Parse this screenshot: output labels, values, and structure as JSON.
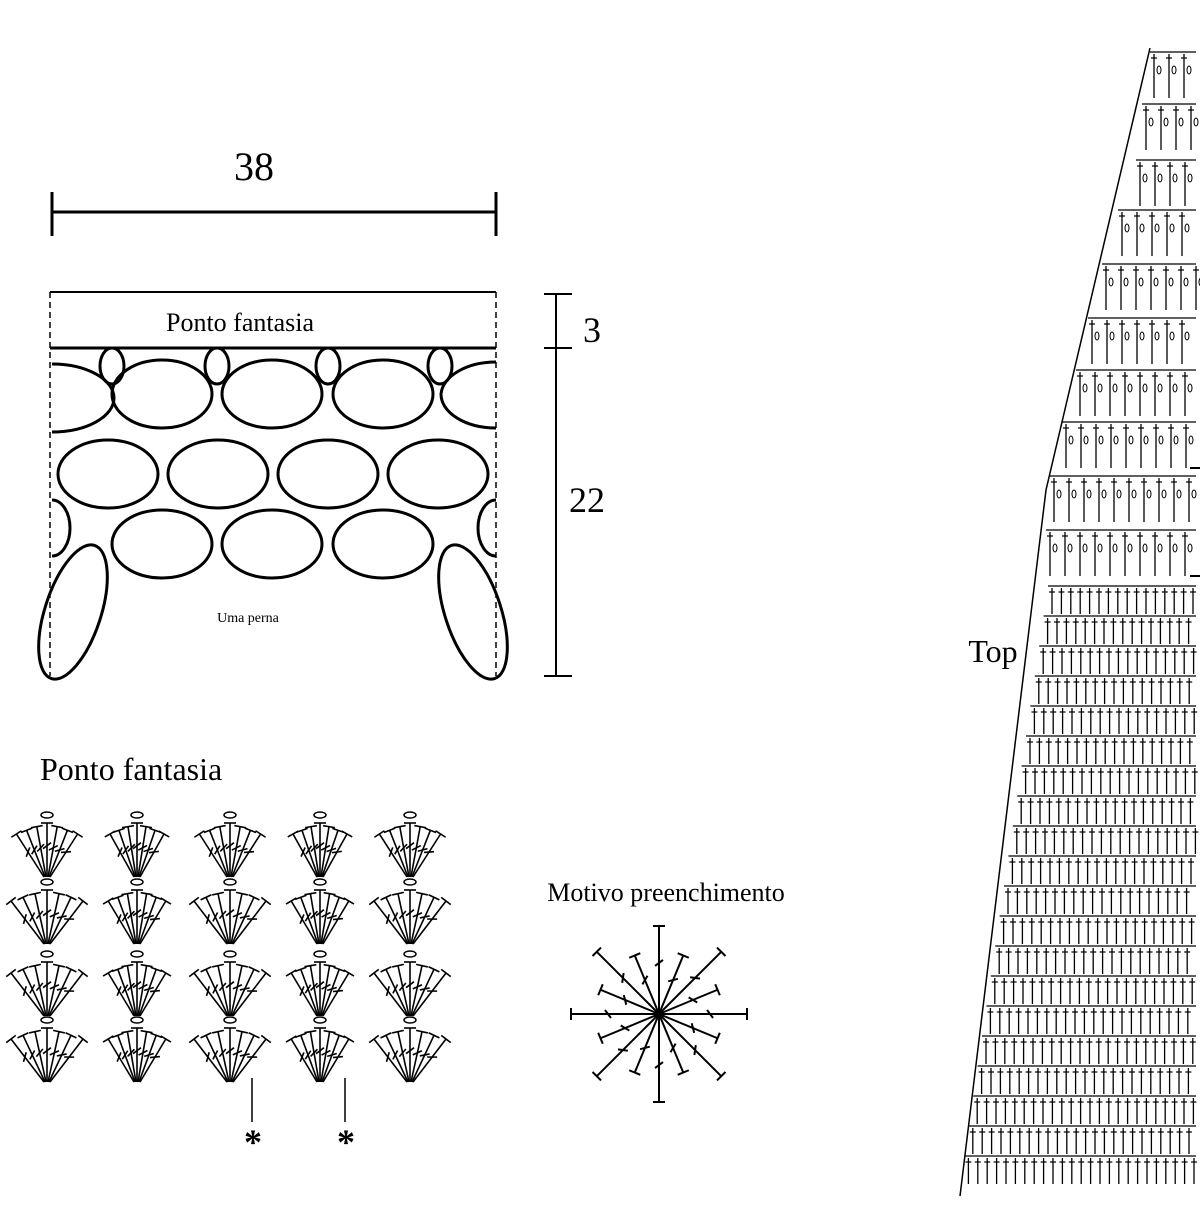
{
  "schematic": {
    "width_label": "38",
    "band_label": "Ponto fantasia",
    "band_height_label": "3",
    "body_height_label": "22",
    "leg_label": "Uma perna"
  },
  "stitch_chart": {
    "title": "Ponto fantasia",
    "rows": 4,
    "columns": 5,
    "repeat_marks": [
      "*",
      "*"
    ]
  },
  "motif": {
    "title": "Motivo preenchimento",
    "spokes": 8
  },
  "top_chart": {
    "label": "Top"
  },
  "colors": {
    "ink": "#000000",
    "background": "#ffffff"
  }
}
